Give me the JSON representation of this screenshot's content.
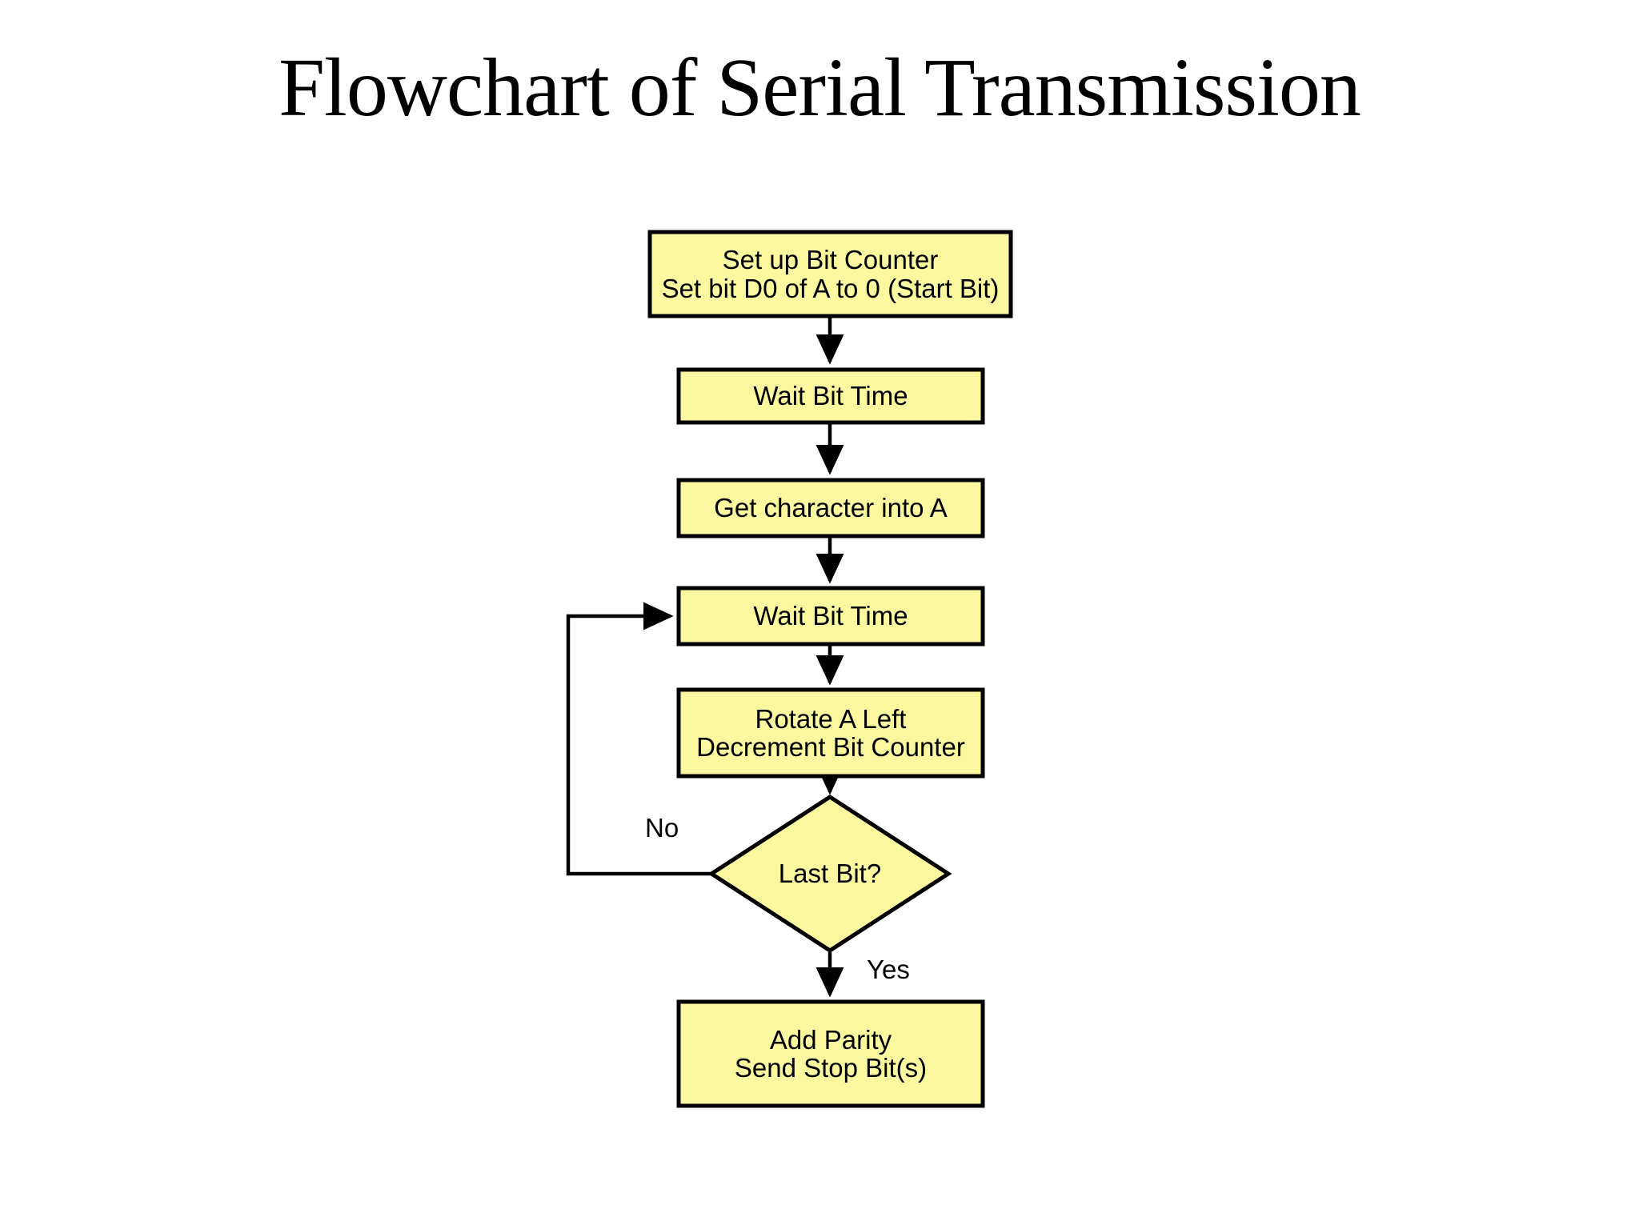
{
  "title": "Flowchart of Serial Transmission",
  "colors": {
    "node_fill": "#fbf8a0",
    "node_stroke": "#000000",
    "connector": "#000000",
    "text": "#000000",
    "background": "#ffffff"
  },
  "chart_data": {
    "type": "diagram",
    "diagram_kind": "flowchart",
    "title": "Flowchart of Serial Transmission",
    "orientation": "top-to-bottom",
    "nodes": [
      {
        "id": "n1",
        "shape": "process",
        "lines": [
          "Set up Bit Counter",
          "Set bit D0 of A to 0 (Start Bit)"
        ]
      },
      {
        "id": "n2",
        "shape": "process",
        "lines": [
          "Wait Bit Time"
        ]
      },
      {
        "id": "n3",
        "shape": "process",
        "lines": [
          "Get character into A"
        ]
      },
      {
        "id": "n4",
        "shape": "process",
        "lines": [
          "Wait Bit Time"
        ]
      },
      {
        "id": "n5",
        "shape": "process",
        "lines": [
          "Rotate A Left",
          "Decrement Bit Counter"
        ]
      },
      {
        "id": "n6",
        "shape": "decision",
        "lines": [
          "Last Bit?"
        ]
      },
      {
        "id": "n7",
        "shape": "process",
        "lines": [
          "Add Parity",
          "Send Stop Bit(s)"
        ]
      }
    ],
    "edges": [
      {
        "from": "n1",
        "to": "n2",
        "label": ""
      },
      {
        "from": "n2",
        "to": "n3",
        "label": ""
      },
      {
        "from": "n3",
        "to": "n4",
        "label": ""
      },
      {
        "from": "n4",
        "to": "n5",
        "label": ""
      },
      {
        "from": "n5",
        "to": "n6",
        "label": ""
      },
      {
        "from": "n6",
        "to": "n4",
        "label": "No"
      },
      {
        "from": "n6",
        "to": "n7",
        "label": "Yes"
      }
    ]
  },
  "nodes": {
    "setup_counter": {
      "line1": "Set up Bit Counter",
      "line2": "Set bit D0 of A to 0 (Start Bit)"
    },
    "wait_bit_time_1": {
      "line1": "Wait Bit Time"
    },
    "get_character": {
      "line1": "Get character into A"
    },
    "wait_bit_time_2": {
      "line1": "Wait Bit Time"
    },
    "rotate_decrement": {
      "line1": "Rotate A Left",
      "line2": "Decrement Bit Counter"
    },
    "last_bit_decision": {
      "line1": "Last Bit?"
    },
    "add_parity": {
      "line1": "Add Parity",
      "line2": "Send Stop Bit(s)"
    }
  },
  "edge_labels": {
    "no": "No",
    "yes": "Yes"
  }
}
